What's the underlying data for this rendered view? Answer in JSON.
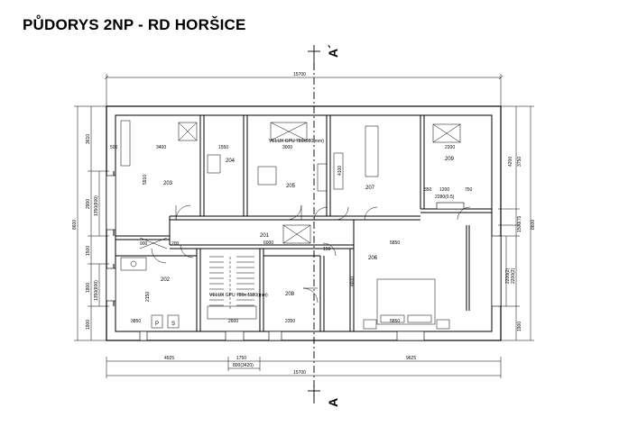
{
  "title": "PŮDORYS 2NP - RD HORŠICE",
  "section_marks": {
    "top": "A´",
    "bottom": "A"
  },
  "rooms": [
    "203",
    "204",
    "205",
    "207",
    "209",
    "201",
    "206",
    "202",
    "208"
  ],
  "dimensions": {
    "overall_top": "15700",
    "overall_bottom": "15700",
    "bottom_left": "4925",
    "bottom_mid": "1750",
    "bottom_mid_sub": "800(3420)",
    "bottom_right": "9625",
    "left_total": "8600",
    "left_segments": [
      "3610",
      "2900",
      "1500",
      "1800",
      "1900"
    ],
    "left_windows": [
      "1350(800)",
      "1350(800)"
    ],
    "right_total": "8600",
    "right_segments": [
      "3750",
      "4200",
      "775",
      "1500",
      "1900"
    ],
    "right_windows": [
      "2200(2)",
      "2200(2)"
    ],
    "interior": {
      "w203": "3400",
      "h203": "5910",
      "w204": "1550",
      "w205": "3000",
      "w209": "2200",
      "w207_h": "4100",
      "w_corr": "6000",
      "w206": "5850",
      "w206b": "5850",
      "h206": "4600",
      "w208": "2350",
      "w202": "3850",
      "w202_h": "2150",
      "w_stairs": "2600",
      "w209a": "1200",
      "w209b": "750",
      "w209c": "350",
      "d209": "2280(0.5)",
      "d500": "500",
      "d150": "150",
      "d900": "900",
      "d200": "200"
    }
  },
  "annotations": {
    "velux_top": "VELUX GPU 780x980(mm)",
    "velux_bottom": "VELUX GPU 780x 1180(mm)"
  },
  "fixtures": {
    "toilet_p": "P",
    "toilet_s": "S"
  }
}
